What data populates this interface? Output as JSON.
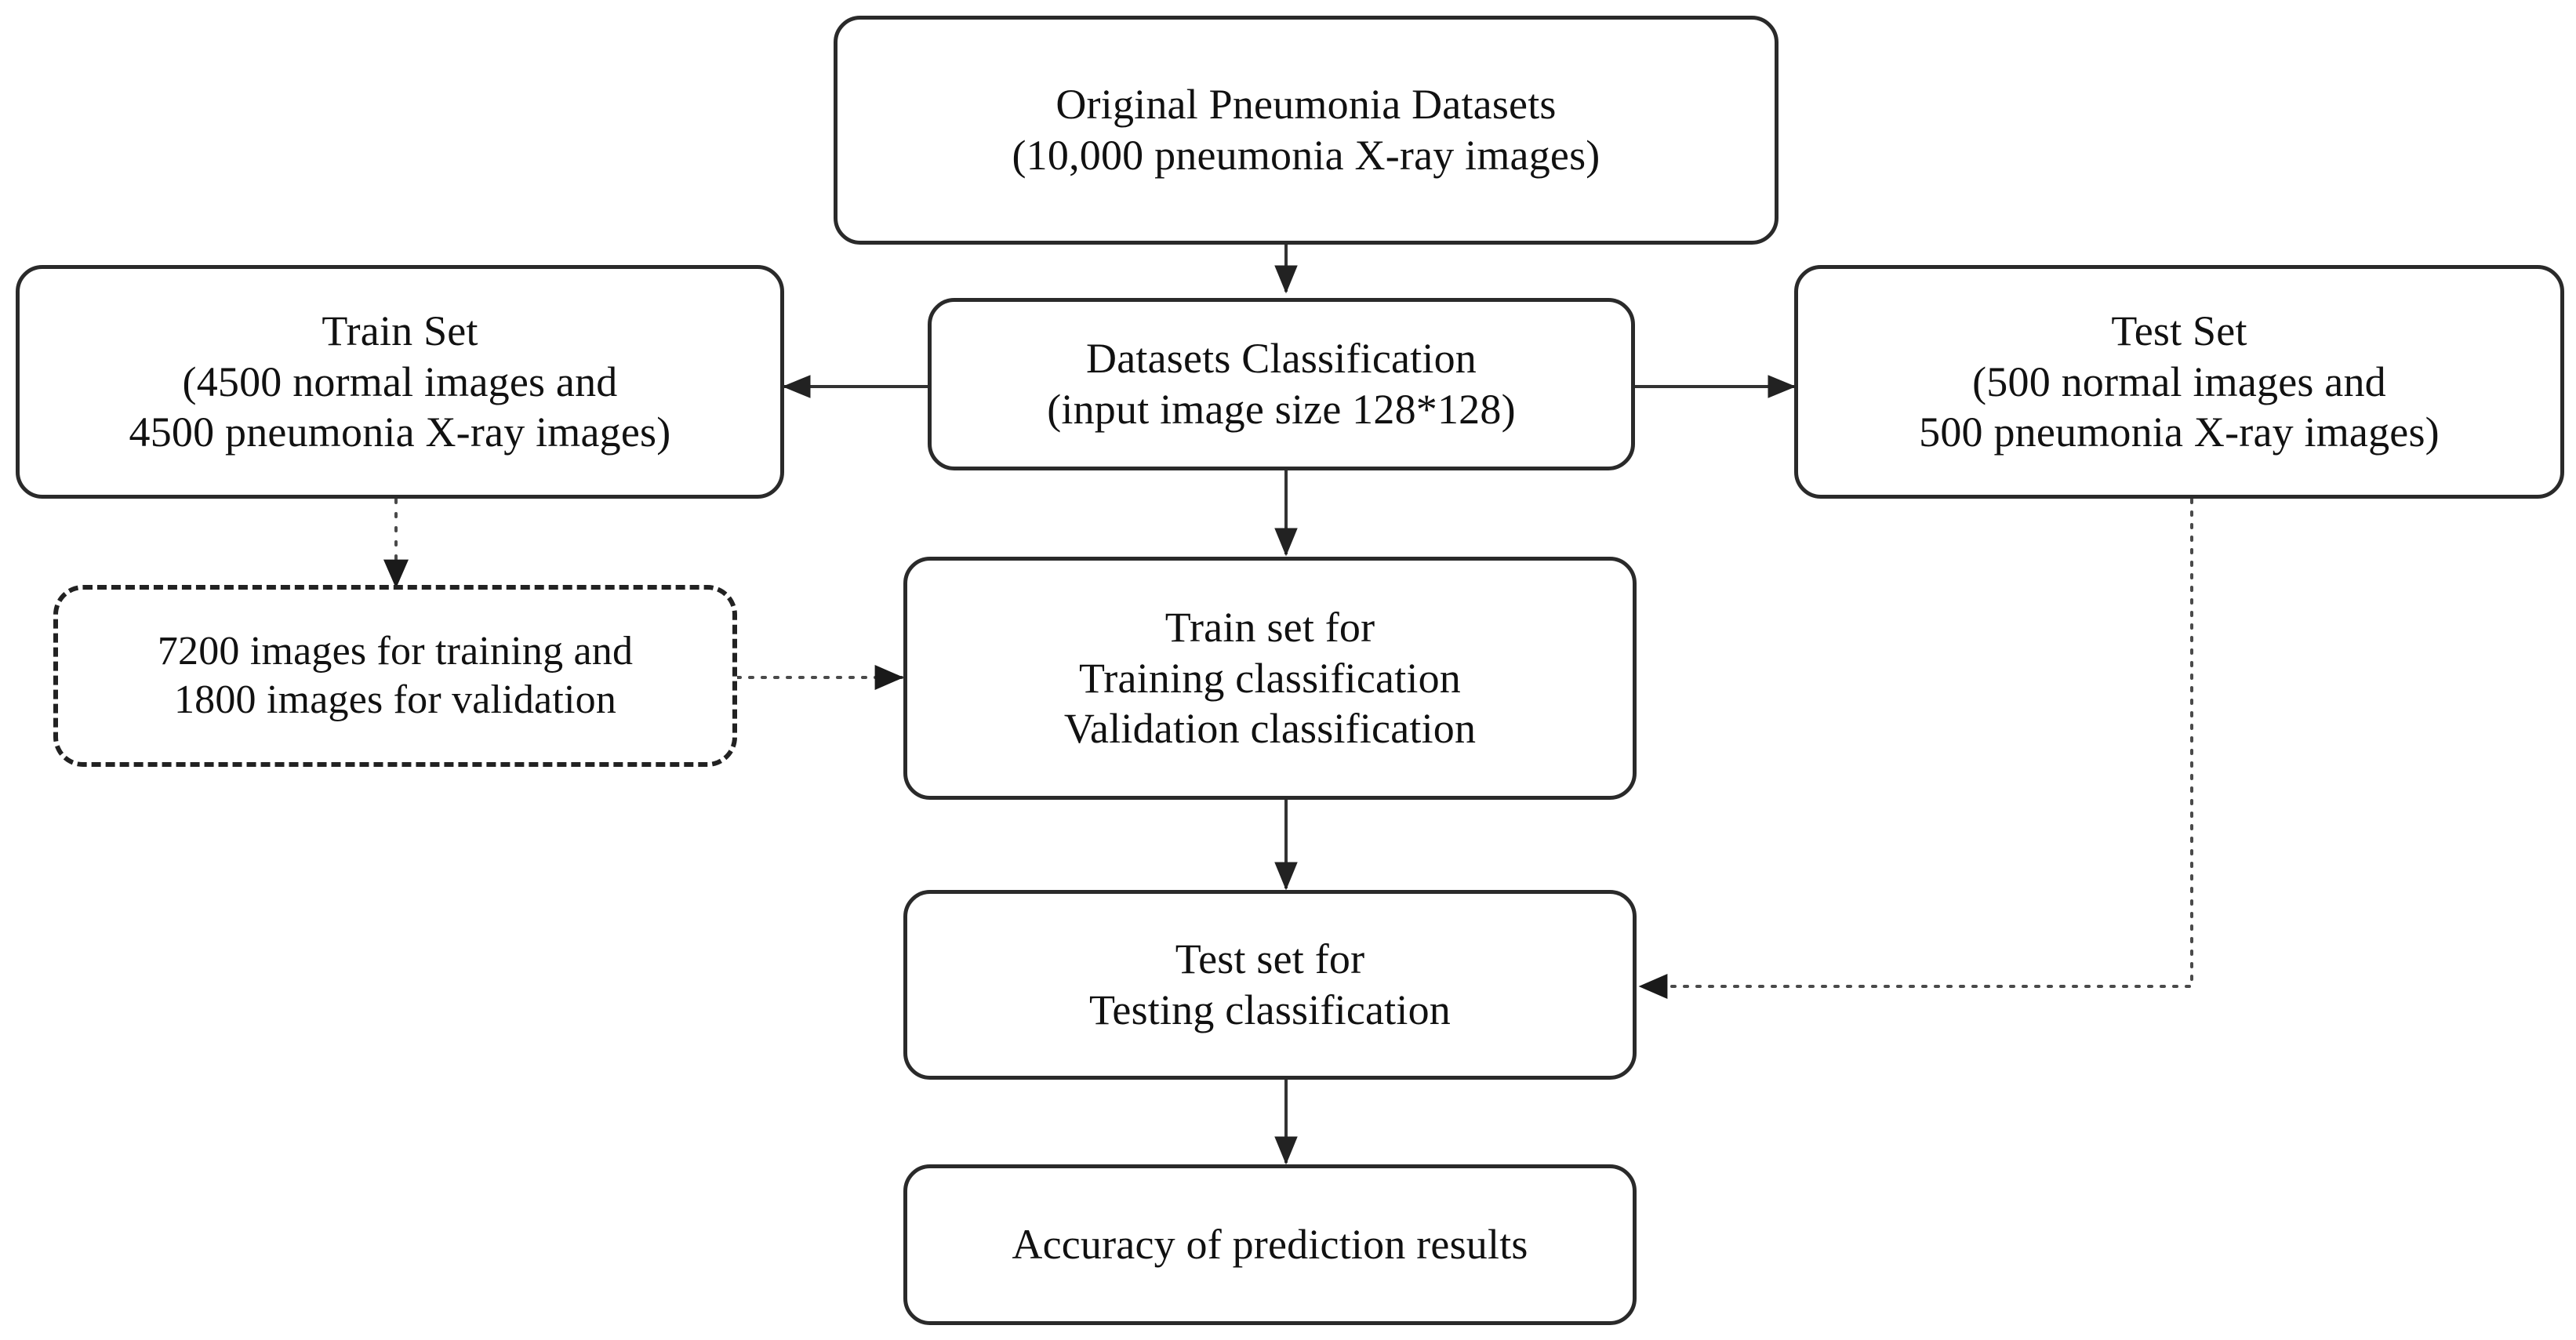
{
  "diagram": {
    "title": "Pneumonia dataset preparation and classification flowchart",
    "colors": {
      "background": "#ffffff",
      "node_border": "#2a2a2a",
      "dashed_border": "#222222",
      "edge_solid": "#333333",
      "edge_dotted": "#555555",
      "text": "#111111"
    }
  },
  "nodes": {
    "original": {
      "name": "original-pneumonia-datasets",
      "lines": [
        "Original  Pneumonia  Datasets",
        "(10,000  pneumonia  X-ray  images)"
      ]
    },
    "train_set": {
      "name": "train-set",
      "lines": [
        "Train Set",
        "(4500 normal images and",
        "4500 pneumonia X-ray images)"
      ]
    },
    "datasets_classification": {
      "name": "datasets-classification",
      "lines": [
        "Datasets Classification",
        "(input image size 128*128)"
      ]
    },
    "test_set": {
      "name": "test-set",
      "lines": [
        "Test Set",
        "(500 normal images and",
        "500 pneumonia X-ray images)"
      ]
    },
    "split": {
      "name": "train-validation-split",
      "lines": [
        "7200 images for training and",
        "1800 images for validation"
      ]
    },
    "train_for": {
      "name": "train-set-for-classification",
      "lines": [
        "Train set for",
        "Training classification",
        "Validation classification"
      ]
    },
    "test_for": {
      "name": "test-set-for-classification",
      "lines": [
        "Test set for",
        "Testing classification"
      ]
    },
    "accuracy": {
      "name": "accuracy-of-prediction-results",
      "lines": [
        "Accuracy of prediction results"
      ]
    }
  },
  "edges": [
    {
      "id": "e1",
      "from": "original",
      "to": "datasets_classification",
      "style": "solid",
      "direction": "down"
    },
    {
      "id": "e2",
      "from": "datasets_classification",
      "to": "train_set",
      "style": "solid",
      "direction": "left"
    },
    {
      "id": "e3",
      "from": "datasets_classification",
      "to": "test_set",
      "style": "solid",
      "direction": "right"
    },
    {
      "id": "e4",
      "from": "datasets_classification",
      "to": "train_for",
      "style": "solid",
      "direction": "down"
    },
    {
      "id": "e5",
      "from": "train_set",
      "to": "split",
      "style": "dotted",
      "direction": "down"
    },
    {
      "id": "e6",
      "from": "split",
      "to": "train_for",
      "style": "dotted",
      "direction": "right"
    },
    {
      "id": "e7",
      "from": "train_for",
      "to": "test_for",
      "style": "solid",
      "direction": "down"
    },
    {
      "id": "e8",
      "from": "test_set",
      "to": "test_for",
      "style": "dotted",
      "direction": "down-left"
    },
    {
      "id": "e9",
      "from": "test_for",
      "to": "accuracy",
      "style": "solid",
      "direction": "down"
    }
  ]
}
